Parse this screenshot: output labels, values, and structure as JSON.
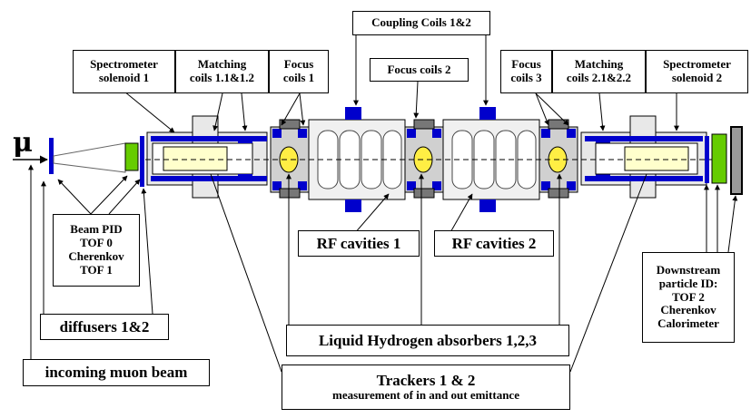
{
  "beam_symbol": "μ",
  "labels": {
    "spectrometer1": [
      "Spectrometer",
      "solenoid 1"
    ],
    "matching1": [
      "Matching",
      "coils 1.1&1.2"
    ],
    "focus1": [
      "Focus",
      "coils 1"
    ],
    "coupling": [
      "Coupling Coils 1&2"
    ],
    "focus2": [
      "Focus coils 2"
    ],
    "focus3": [
      "Focus",
      "coils 3"
    ],
    "matching2": [
      "Matching",
      "coils 2.1&2.2"
    ],
    "spectrometer2": [
      "Spectrometer",
      "solenoid 2"
    ],
    "beam_pid": [
      "Beam PID",
      "TOF 0",
      "Cherenkov",
      "TOF 1"
    ],
    "rf1": [
      "RF cavities 1"
    ],
    "rf2": [
      "RF cavities 2"
    ],
    "downstream": [
      "Downstream",
      "particle ID:",
      "TOF 2",
      "Cherenkov",
      "Calorimeter"
    ],
    "diffusers": [
      "diffusers 1&2"
    ],
    "lh2": [
      "Liquid Hydrogen absorbers 1,2,3"
    ],
    "incoming": [
      "incoming muon beam"
    ],
    "trackers": [
      "Trackers 1 & 2",
      "measurement of in and out emittance"
    ]
  },
  "colors": {
    "coil": "#0000cc",
    "detector_green": "#66cc00",
    "absorber_yellow": "#ffee44",
    "tracker_fill": "#ffffcc",
    "vessel_grey": "#e8e8e8",
    "dark_grey": "#777777"
  }
}
